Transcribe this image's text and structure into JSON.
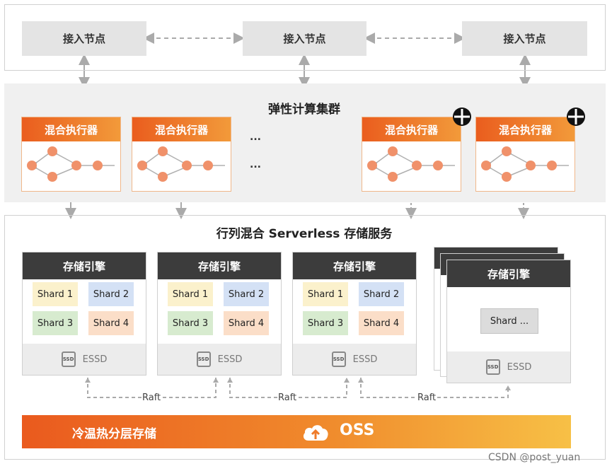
{
  "access_layer": {
    "nodes": [
      "接入节点",
      "接入节点",
      "接入节点"
    ]
  },
  "compute": {
    "title": "弹性计算集群",
    "executor_label": "混合执行器",
    "ellipsis": "..."
  },
  "storage": {
    "title": "行列混合 Serverless 存储服务",
    "engine_label": "存储引擎",
    "shards": [
      "Shard 1",
      "Shard 2",
      "Shard 3",
      "Shard 4"
    ],
    "shard_more": "Shard ...",
    "essd_label": "ESSD",
    "essd_icon_text": "SSD",
    "raft_label": "Raft"
  },
  "tier": {
    "label": "冷温热分层存储",
    "oss_label": "OSS"
  },
  "watermark": "CSDN @post_yuan",
  "colors": {
    "accent_orange": "#ea5d1e",
    "node_orange": "#f0916a",
    "engine_dark": "#3c3c3c"
  }
}
